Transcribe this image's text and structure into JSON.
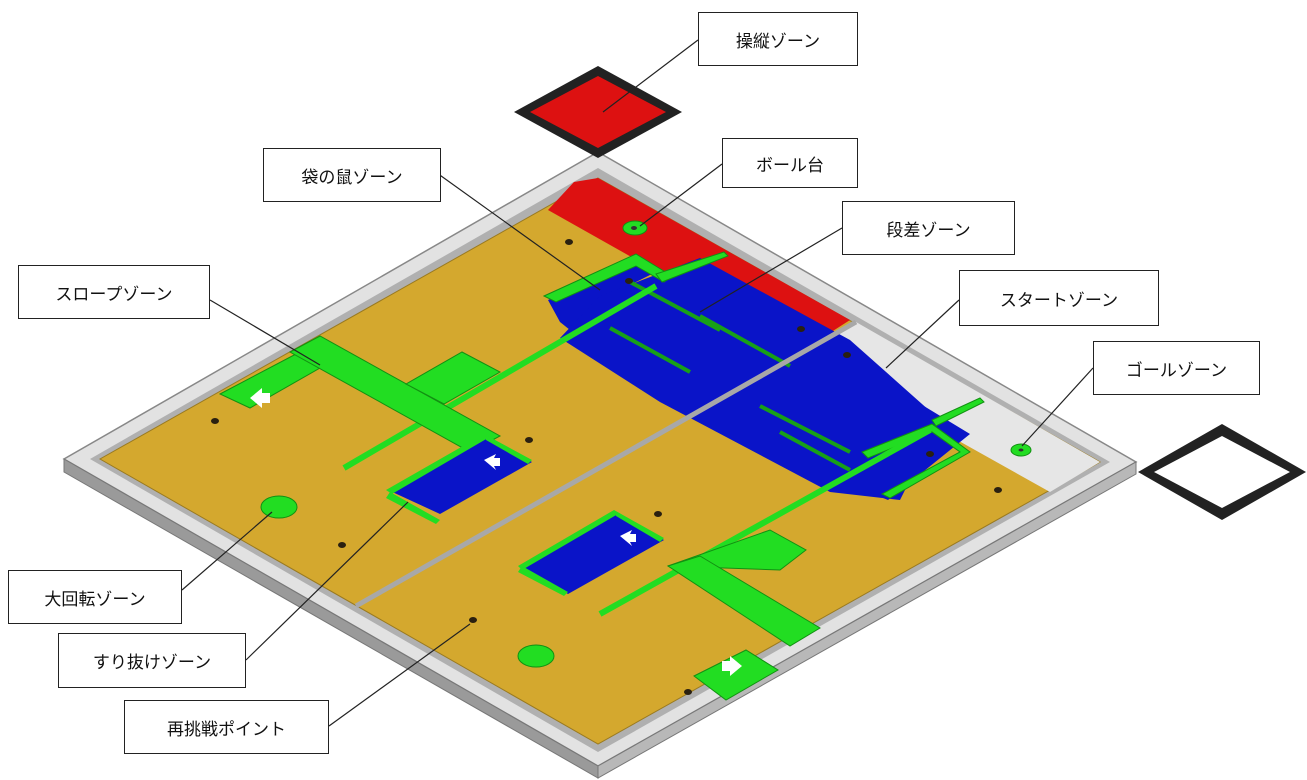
{
  "callouts": {
    "sojuu": "操縦ゾーン",
    "fukuro": "袋の鼠ゾーン",
    "ball": "ボール台",
    "dansa": "段差ゾーン",
    "slope": "スロープゾーン",
    "start": "スタートゾーン",
    "goal": "ゴールゾーン",
    "daikaiten": "大回転ゾーン",
    "surinuke": "すり抜けゾーン",
    "retry": "再挑戦ポイント"
  },
  "colors": {
    "floor": "#d4a82e",
    "wall": "#dcdcdc",
    "zone_red": "#dd1111",
    "zone_blue": "#0a14c8",
    "zone_green": "#22dd22",
    "zone_gray": "#e6e6e6",
    "divider": "#aaaaaa",
    "point": "#2a2010"
  },
  "icons": {
    "arrow": "arrow-icon",
    "point": "retry-point-dot"
  }
}
